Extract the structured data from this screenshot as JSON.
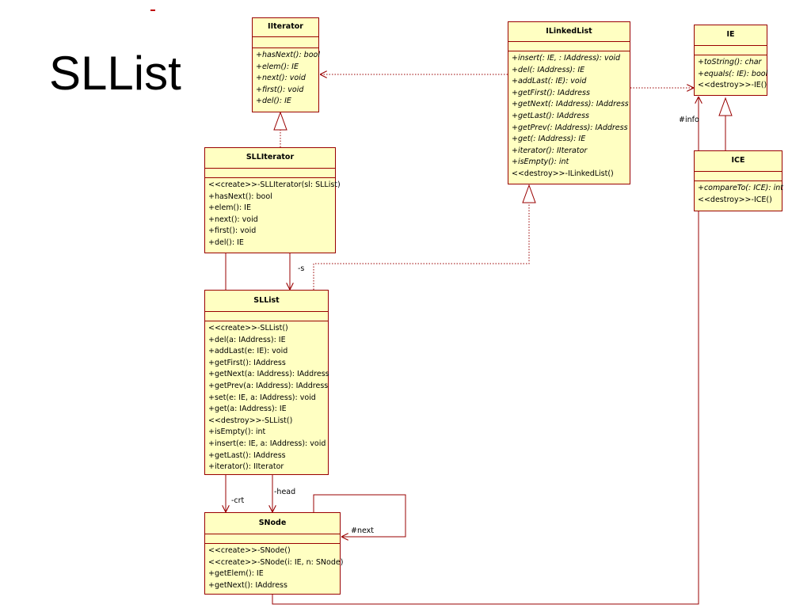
{
  "slide": {
    "title": "SLList"
  },
  "classes": {
    "iiterator": {
      "name": "IIterator",
      "ops": [
        {
          "text": "+hasNext(): bool",
          "abstract": true
        },
        {
          "text": "+elem(): IE",
          "abstract": true
        },
        {
          "text": "+next(): void",
          "abstract": true
        },
        {
          "text": "+first(): void",
          "abstract": true
        },
        {
          "text": "+del(): IE",
          "abstract": true
        }
      ]
    },
    "ilinkedlist": {
      "name": "ILinkedList",
      "ops": [
        {
          "text": "+insert(: IE, : IAddress): void",
          "abstract": true
        },
        {
          "text": "+del(: IAddress): IE",
          "abstract": true
        },
        {
          "text": "+addLast(: IE): void",
          "abstract": true
        },
        {
          "text": "+getFirst(): IAddress",
          "abstract": true
        },
        {
          "text": "+getNext(: IAddress): IAddress",
          "abstract": true
        },
        {
          "text": "+getLast(): IAddress",
          "abstract": true
        },
        {
          "text": "+getPrev(: IAddress): IAddress",
          "abstract": true
        },
        {
          "text": "+get(: IAddress): IE",
          "abstract": true
        },
        {
          "text": "+iterator(): IIterator",
          "abstract": true
        },
        {
          "text": "+isEmpty(): int",
          "abstract": true
        },
        {
          "text": "<<destroy>>-ILinkedList()",
          "abstract": false
        }
      ]
    },
    "ie": {
      "name": "IE",
      "ops": [
        {
          "text": "+toString(): char",
          "abstract": true
        },
        {
          "text": "+equals(: IE): bool",
          "abstract": true
        },
        {
          "text": "<<destroy>>-IE()",
          "abstract": false
        }
      ]
    },
    "ice": {
      "name": "ICE",
      "ops": [
        {
          "text": "+compareTo(: ICE): int",
          "abstract": true
        },
        {
          "text": "<<destroy>>-ICE()",
          "abstract": false
        }
      ]
    },
    "slliterator": {
      "name": "SLLIterator",
      "ops": [
        {
          "text": "<<create>>-SLLIterator(sl: SLList)",
          "abstract": false
        },
        {
          "text": "+hasNext(): bool",
          "abstract": false
        },
        {
          "text": "+elem(): IE",
          "abstract": false
        },
        {
          "text": "+next(): void",
          "abstract": false
        },
        {
          "text": "+first(): void",
          "abstract": false
        },
        {
          "text": "+del(): IE",
          "abstract": false
        }
      ]
    },
    "sllist": {
      "name": "SLList",
      "ops": [
        {
          "text": "<<create>>-SLList()",
          "abstract": false
        },
        {
          "text": "+del(a: IAddress): IE",
          "abstract": false
        },
        {
          "text": "+addLast(e: IE): void",
          "abstract": false
        },
        {
          "text": "+getFirst(): IAddress",
          "abstract": false
        },
        {
          "text": "+getNext(a: IAddress): IAddress",
          "abstract": false
        },
        {
          "text": "+getPrev(a: IAddress): IAddress",
          "abstract": false
        },
        {
          "text": "+set(e: IE, a: IAddress): void",
          "abstract": false
        },
        {
          "text": "+get(a: IAddress): IE",
          "abstract": false
        },
        {
          "text": "<<destroy>>-SLList()",
          "abstract": false
        },
        {
          "text": "+isEmpty(): int",
          "abstract": false
        },
        {
          "text": "+insert(e: IE, a: IAddress): void",
          "abstract": false
        },
        {
          "text": "+getLast(): IAddress",
          "abstract": false
        },
        {
          "text": "+iterator(): IIterator",
          "abstract": false
        }
      ]
    },
    "snode": {
      "name": "SNode",
      "ops": [
        {
          "text": "<<create>>-SNode()",
          "abstract": false
        },
        {
          "text": "<<create>>-SNode(i: IE, n: SNode)",
          "abstract": false
        },
        {
          "text": "+getElem(): IE",
          "abstract": false
        },
        {
          "text": "+getNext(): IAddress",
          "abstract": false
        }
      ]
    }
  },
  "edge_labels": {
    "s": "-s",
    "crt": "-crt",
    "head": "-head",
    "next": "#next",
    "info": "#info"
  },
  "colors": {
    "class_fill": "#ffffc2",
    "class_border": "#990000",
    "edge": "#990000"
  }
}
